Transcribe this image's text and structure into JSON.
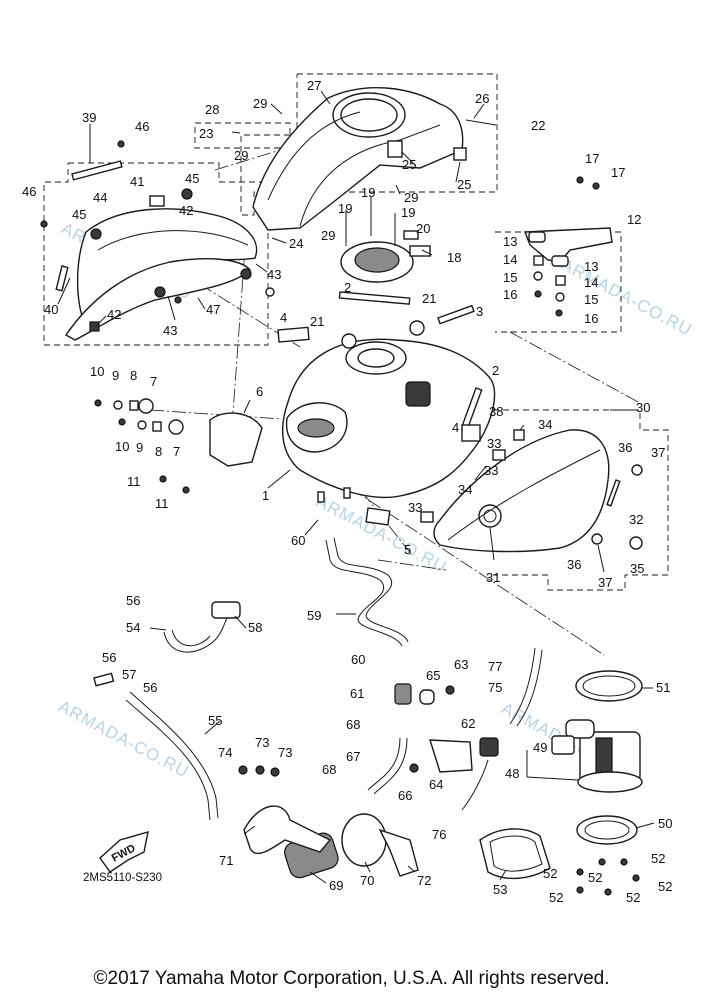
{
  "diagram_code": "2MS5110-S230",
  "watermark": "ARMADA-CO.RU",
  "fwd_label": "FWD",
  "copyright": "©2017 Yamaha Motor Corporation, U.S.A. All rights reserved.",
  "callouts": [
    "1",
    "2",
    "2",
    "3",
    "4",
    "4",
    "5",
    "6",
    "7",
    "7",
    "8",
    "8",
    "9",
    "9",
    "10",
    "10",
    "11",
    "11",
    "12",
    "13",
    "13",
    "14",
    "14",
    "15",
    "15",
    "16",
    "16",
    "17",
    "17",
    "18",
    "19",
    "19",
    "19",
    "20",
    "21",
    "21",
    "22",
    "23",
    "24",
    "25",
    "25",
    "26",
    "27",
    "28",
    "29",
    "29",
    "29",
    "29",
    "30",
    "31",
    "32",
    "33",
    "33",
    "33",
    "34",
    "34",
    "35",
    "36",
    "36",
    "37",
    "37",
    "38",
    "39",
    "40",
    "41",
    "42",
    "42",
    "43",
    "43",
    "44",
    "45",
    "45",
    "46",
    "46",
    "47",
    "48",
    "49",
    "50",
    "51",
    "52",
    "52",
    "52",
    "52",
    "52",
    "52",
    "53",
    "54",
    "55",
    "56",
    "56",
    "56",
    "57",
    "58",
    "59",
    "60",
    "60",
    "61",
    "62",
    "63",
    "64",
    "65",
    "66",
    "67",
    "68",
    "68",
    "69",
    "70",
    "71",
    "72",
    "73",
    "73",
    "74",
    "75",
    "76",
    "77"
  ],
  "colors": {
    "ink": "#1a1a1a",
    "watermark": "#b9d3e8",
    "background": "#ffffff"
  }
}
